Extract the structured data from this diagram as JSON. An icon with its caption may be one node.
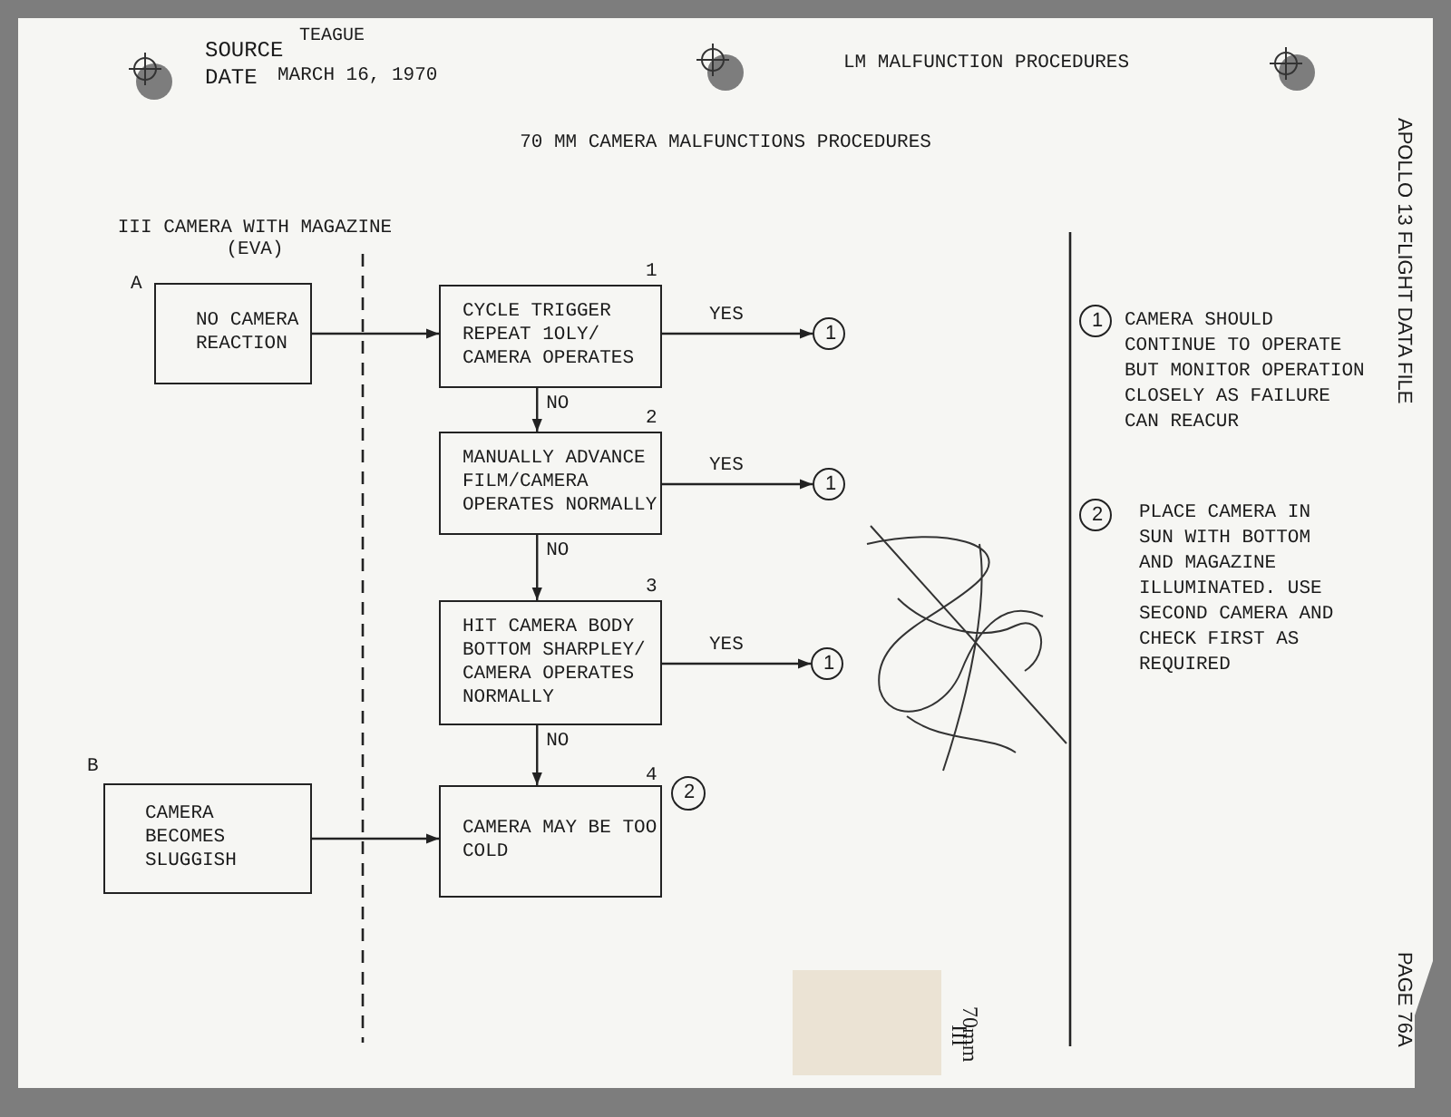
{
  "diagram": {
    "title": "70 MM CAMERA MALFUNCTIONS PROCEDURES",
    "nodes": [
      {
        "text": [
          "NO CAMERA REACTION"
        ],
        "beside": [
          "A"
        ]
      },
      {
        "text": [
          "CYCLE TRIGGER REPEAT 1OLY/ CAMERA OPERATES"
        ],
        "beside": [
          "1"
        ]
      },
      {
        "text": [
          "1"
        ]
      },
      {
        "text": [
          "MANUALLY ADVANCE FILM/CAMERA OPERATES NORMALLY"
        ],
        "beside": [
          "2"
        ]
      },
      {
        "text": [
          "1"
        ]
      },
      {
        "text": [
          "HIT CAMERA BODY BOTTOM SHARPLEY/ CAMERA OPERATES NORMALLY"
        ],
        "beside": [
          "3"
        ]
      },
      {
        "text": [
          "1"
        ]
      },
      {
        "text": [
          "CAMERA BECOMES SLUGGISH"
        ],
        "beside": [
          "B"
        ]
      },
      {
        "text": [
          "CAMERA MAY BE TOO COLD"
        ],
        "beside": [
          "4"
        ]
      },
      {
        "text": [
          "2"
        ]
      },
      {
        "text": [
          "1"
        ],
        "beside": [
          "CAMERA SHOULD CONTINUE TO OPERATE BUT MONITOR OPERATION CLOSELY AS FAILURE CAN REACUR"
        ]
      },
      {
        "text": [
          "2"
        ],
        "beside": [
          "PLACE CAMERA IN SUN WITH BOTTOM AND MAGAZINE ILLUMINATED. USE SECOND CAMERA AND CHECK FIRST AS REQUIRED"
        ]
      }
    ],
    "edges": [
      {
        "from": 0,
        "to": 1,
        "arrow": "to"
      },
      {
        "from": 1,
        "to": 2,
        "arrow": "to",
        "label": "YES"
      },
      {
        "from": 1,
        "to": 3,
        "arrow": "to",
        "label": "NO"
      },
      {
        "from": 3,
        "to": 4,
        "arrow": "to",
        "label": "YES"
      },
      {
        "from": 3,
        "to": 5,
        "arrow": "to",
        "label": "NO"
      },
      {
        "from": 5,
        "to": 6,
        "arrow": "to",
        "label": "YES"
      },
      {
        "from": 5,
        "to": 8,
        "arrow": "to",
        "label": "NO"
      },
      {
        "from": 7,
        "to": 8,
        "arrow": "to"
      }
    ],
    "labels": [
      "SOURCE",
      "TEAGUE",
      "DATE",
      "MARCH 16, 1970",
      "LM MALFUNCTION PROCEDURES",
      "III CAMERA WITH MAGAZINE (EVA)",
      "APOLLO 13 FLIGHT DATA FILE",
      "PAGE 76A",
      "70mm",
      "III"
    ]
  }
}
